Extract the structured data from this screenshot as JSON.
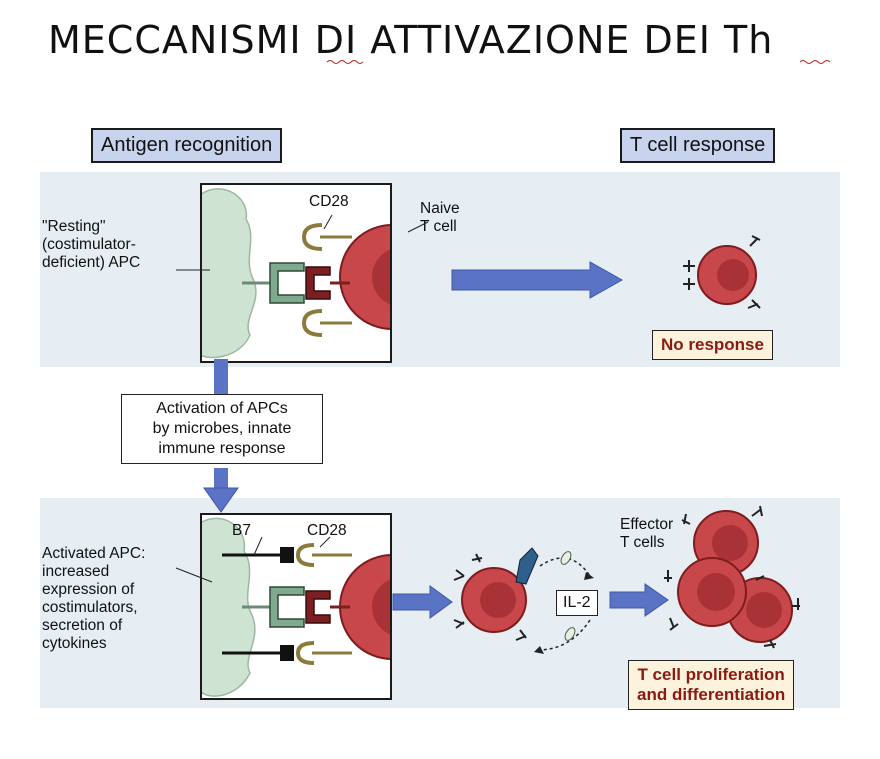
{
  "title": "MECCANISMI DI ATTIVAZIONE DEI Th",
  "headers": {
    "left": "Antigen recognition",
    "right": "T cell response"
  },
  "top_row": {
    "apc_label": "\"Resting\"\n(costimulator-\ndeficient) APC",
    "cd28_label": "CD28",
    "tcell_label": "Naive\nT cell",
    "outcome": "No response"
  },
  "middle": {
    "activation_box": "Activation of APCs\nby microbes, innate\nimmune response"
  },
  "bottom_row": {
    "apc_label": "Activated APC:\nincreased\nexpression of\ncostimulators,\nsecretion of\ncytokines",
    "b7_label": "B7",
    "cd28_label": "CD28",
    "il2_label": "IL-2",
    "effector_label": "Effector\nT cells",
    "outcome": "T cell proliferation\nand differentiation"
  },
  "colors": {
    "header_fill": "#c8d3ee",
    "band": "#e6eef3",
    "apc": "#cfe3d2",
    "tcell": "#c8474a",
    "arrow": "#5a73c4",
    "outcome_text": "#8a1a12",
    "outcome_fill": "#fdf2dc"
  }
}
